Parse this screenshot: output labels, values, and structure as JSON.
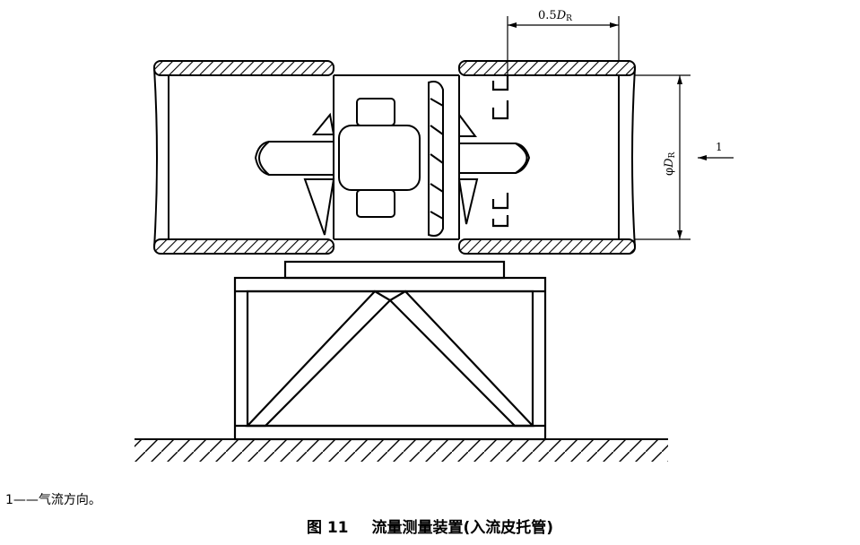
{
  "figure": {
    "number": "图 11",
    "title": "流量测量装置(入流皮托管)",
    "legend_note": "1——气流方向。"
  },
  "dimensions": {
    "offset_label": "0.5",
    "offset_symbol": "D",
    "offset_sub": "R",
    "diameter_prefix": "φ",
    "diameter_symbol": "D",
    "diameter_sub": "R",
    "callout": "1"
  }
}
